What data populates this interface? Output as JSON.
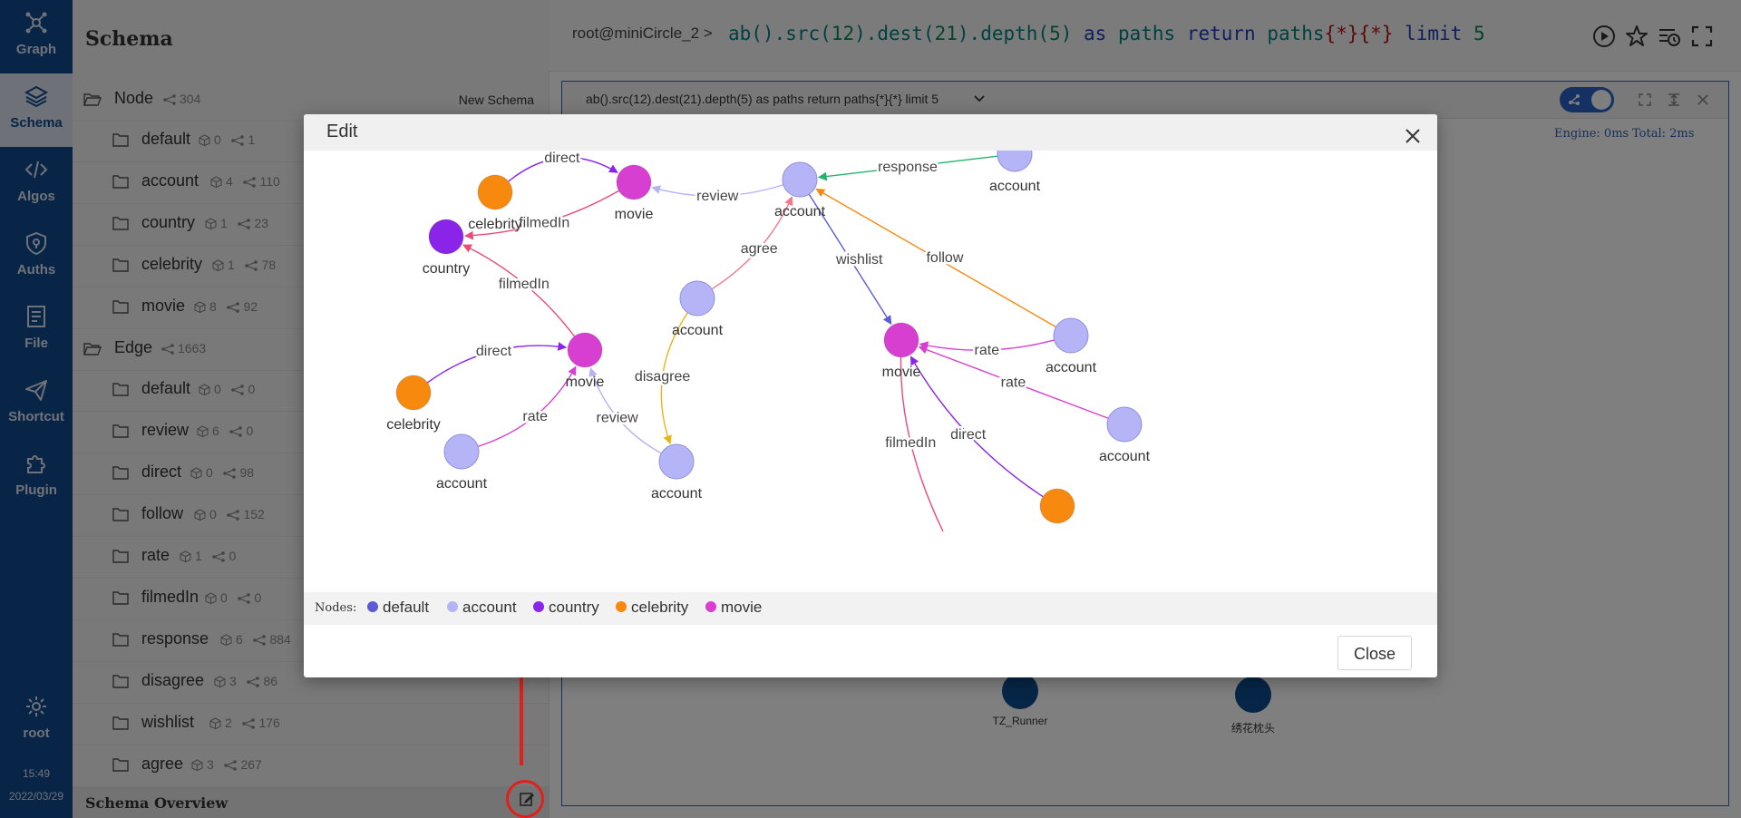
{
  "nav": {
    "items": [
      {
        "label": "Graph",
        "icon": "graph-icon"
      },
      {
        "label": "Schema",
        "icon": "schema-layers-icon"
      },
      {
        "label": "Algos",
        "icon": "code-icon"
      },
      {
        "label": "Auths",
        "icon": "shield-icon"
      },
      {
        "label": "File",
        "icon": "file-icon"
      },
      {
        "label": "Shortcut",
        "icon": "send-icon"
      },
      {
        "label": "Plugin",
        "icon": "puzzle-icon"
      }
    ],
    "active": "Schema",
    "user": "root",
    "time": "15:49",
    "date": "2022/03/29"
  },
  "schema": {
    "title": "Schema",
    "new_schema": "New Schema",
    "node_group": {
      "label": "Node",
      "count": "304"
    },
    "node_items": [
      {
        "label": "default",
        "props": "0",
        "count": "1"
      },
      {
        "label": "account",
        "props": "4",
        "count": "110"
      },
      {
        "label": "country",
        "props": "1",
        "count": "23"
      },
      {
        "label": "celebrity",
        "props": "1",
        "count": "78"
      },
      {
        "label": "movie",
        "props": "8",
        "count": "92"
      }
    ],
    "edge_group": {
      "label": "Edge",
      "count": "1663"
    },
    "edge_items": [
      {
        "label": "default",
        "props": "0",
        "count": "0"
      },
      {
        "label": "review",
        "props": "6",
        "count": "0"
      },
      {
        "label": "direct",
        "props": "0",
        "count": "98"
      },
      {
        "label": "follow",
        "props": "0",
        "count": "152"
      },
      {
        "label": "rate",
        "props": "1",
        "count": "0"
      },
      {
        "label": "filmedIn",
        "props": "0",
        "count": "0"
      },
      {
        "label": "response",
        "props": "6",
        "count": "884"
      },
      {
        "label": "disagree",
        "props": "3",
        "count": "86"
      },
      {
        "label": "wishlist",
        "props": "2",
        "count": "176"
      },
      {
        "label": "agree",
        "props": "3",
        "count": "267"
      }
    ],
    "overview": "Schema Overview"
  },
  "query": {
    "prompt": "root@miniCircle_2 >",
    "p1": "ab().src(",
    "n1": "12",
    "p2": ").dest(",
    "n2": "21",
    "p3": ").depth(",
    "n3": "5",
    "p4": ") ",
    "k1": "as",
    "p5": " paths ",
    "k2": "return",
    "p6": " paths",
    "b1": "{*}{*}",
    "p7": " ",
    "k3": "limit",
    "p8": " ",
    "n4": "5"
  },
  "result": {
    "tab_label": "ab().src(12).dest(21).depth(5) as paths return paths{*}{*} limit 5",
    "engine": "Engine: 0ms",
    "total": "Total: 2ms",
    "bg_nodes": [
      {
        "label": "TZ_Runner"
      },
      {
        "label": "绣花枕头"
      }
    ]
  },
  "modal": {
    "title": "Edit",
    "legend_title": "Nodes:",
    "close_button": "Close"
  },
  "legend": [
    {
      "label": "default",
      "color": "#5b5bd6"
    },
    {
      "label": "account",
      "color": "#b4b4f6"
    },
    {
      "label": "country",
      "color": "#8a24e8"
    },
    {
      "label": "celebrity",
      "color": "#f7890f"
    },
    {
      "label": "movie",
      "color": "#d63fd0"
    }
  ],
  "graph": {
    "nodes": [
      {
        "id": "cel1",
        "type": "celebrity",
        "label": "celebrity"
      },
      {
        "id": "mov1",
        "type": "movie",
        "label": "movie"
      },
      {
        "id": "cty",
        "type": "country",
        "label": "country"
      },
      {
        "id": "acc1",
        "type": "account",
        "label": "account"
      },
      {
        "id": "acc2",
        "type": "account",
        "label": "account"
      },
      {
        "id": "acc3",
        "type": "account",
        "label": "account"
      },
      {
        "id": "mov2",
        "type": "movie",
        "label": "movie"
      },
      {
        "id": "cel2",
        "type": "celebrity",
        "label": "celebrity"
      },
      {
        "id": "acc4",
        "type": "account",
        "label": "account"
      },
      {
        "id": "acc5",
        "type": "account",
        "label": "account"
      },
      {
        "id": "mov3",
        "type": "movie",
        "label": "movie"
      },
      {
        "id": "acc6",
        "type": "account",
        "label": "account"
      },
      {
        "id": "acc7",
        "type": "account",
        "label": "account"
      },
      {
        "id": "cel3",
        "type": "celebrity",
        "label": ""
      }
    ],
    "edges": [
      {
        "from": "cel1",
        "to": "mov1",
        "label": "direct",
        "color": "#8a24e8"
      },
      {
        "from": "mov1",
        "to": "cty",
        "label": "filmedIn",
        "color": "#e94b7a"
      },
      {
        "from": "acc1",
        "to": "mov1",
        "label": "review",
        "color": "#b4b4f6"
      },
      {
        "from": "acc2",
        "to": "acc1",
        "label": "response",
        "color": "#24b36b"
      },
      {
        "from": "acc3",
        "to": "acc1",
        "label": "agree",
        "color": "#f07a8a"
      },
      {
        "from": "acc1",
        "to": "mov3",
        "label": "wishlist",
        "color": "#5b5bd6"
      },
      {
        "from": "acc6",
        "to": "acc1",
        "label": "follow",
        "color": "#f7890f"
      },
      {
        "from": "mov2",
        "to": "cty",
        "label": "filmedIn",
        "color": "#e94b7a"
      },
      {
        "from": "cel2",
        "to": "mov2",
        "label": "direct",
        "color": "#8a24e8"
      },
      {
        "from": "acc4",
        "to": "mov2",
        "label": "rate",
        "color": "#d63fd0"
      },
      {
        "from": "acc5",
        "to": "mov2",
        "label": "review",
        "color": "#b4b4f6"
      },
      {
        "from": "acc3",
        "to": "acc5",
        "label": "disagree",
        "color": "#e6b619"
      },
      {
        "from": "acc6",
        "to": "mov3",
        "label": "rate",
        "color": "#d63fd0"
      },
      {
        "from": "acc7",
        "to": "mov3",
        "label": "rate",
        "color": "#d63fd0"
      },
      {
        "from": "cel3",
        "to": "mov3",
        "label": "direct",
        "color": "#8a24e8"
      },
      {
        "from": "mov3",
        "to": "off1",
        "label": "filmedIn",
        "color": "#e94b7a"
      }
    ]
  }
}
